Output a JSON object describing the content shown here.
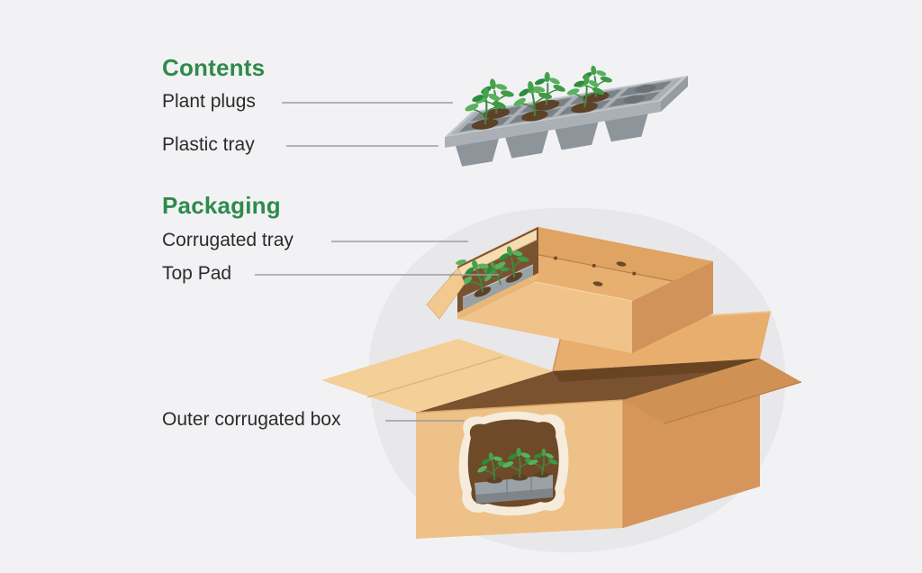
{
  "page": {
    "background": "#f2f2f4"
  },
  "sections": {
    "contents": {
      "heading": "Contents",
      "items": [
        {
          "label": "Plant plugs"
        },
        {
          "label": "Plastic tray"
        }
      ]
    },
    "packaging": {
      "heading": "Packaging",
      "items": [
        {
          "label": "Corrugated tray"
        },
        {
          "label": "Top Pad"
        },
        {
          "label": "Outer corrugated box"
        }
      ]
    }
  },
  "icons": {
    "plant": "plant-sprout-icon",
    "plastic_tray": "plastic-plug-tray-illustration",
    "corrugated_tray": "corrugated-tray-illustration",
    "outer_box": "outer-corrugated-box-illustration"
  },
  "colors": {
    "heading_green": "#2f8a4b",
    "label_text": "#2b2b2b",
    "leader_line": "#9e9e9e",
    "background": "#f2f2f4",
    "blob": "#e8e8eb",
    "cardboard_light": "#f0c38a",
    "cardboard_mid": "#e5ab6c",
    "cardboard_dark": "#d2935a",
    "top_pad": "#f6dcae",
    "tray_gray": "#9aa0a5",
    "soil_brown": "#5d4228",
    "leaf_green": "#4caf50"
  }
}
